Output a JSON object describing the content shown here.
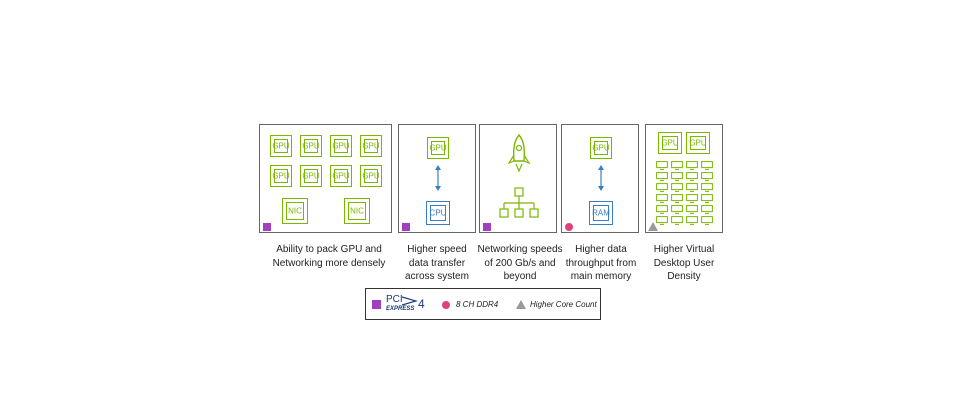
{
  "colors": {
    "accent": "#7ab800",
    "pcie": "#a040c0",
    "ddr4": "#e0407f",
    "core": "#999999",
    "blue": "#3a7dc2"
  },
  "chips": {
    "gpu": "GPU",
    "nic": "NIC",
    "cpu": "CPU",
    "ram": "RAM"
  },
  "captions": {
    "c1": [
      "Ability to pack GPU and",
      "Networking more densely"
    ],
    "c2": [
      "Higher speed",
      "data transfer",
      "across system"
    ],
    "c3": [
      "Networking speeds",
      "of 200 Gb/s and",
      "beyond"
    ],
    "c4": [
      "Higher data",
      "throughput from",
      "main memory"
    ],
    "c5": [
      "Higher Virtual",
      "Desktop User",
      "Density"
    ]
  },
  "legend": {
    "pcie_logo_top": "PCI",
    "pcie_logo_bottom": "EXPRESS",
    "pcie_version": "4",
    "ddr4": "8 CH DDR4",
    "core": "Higher Core Count"
  }
}
